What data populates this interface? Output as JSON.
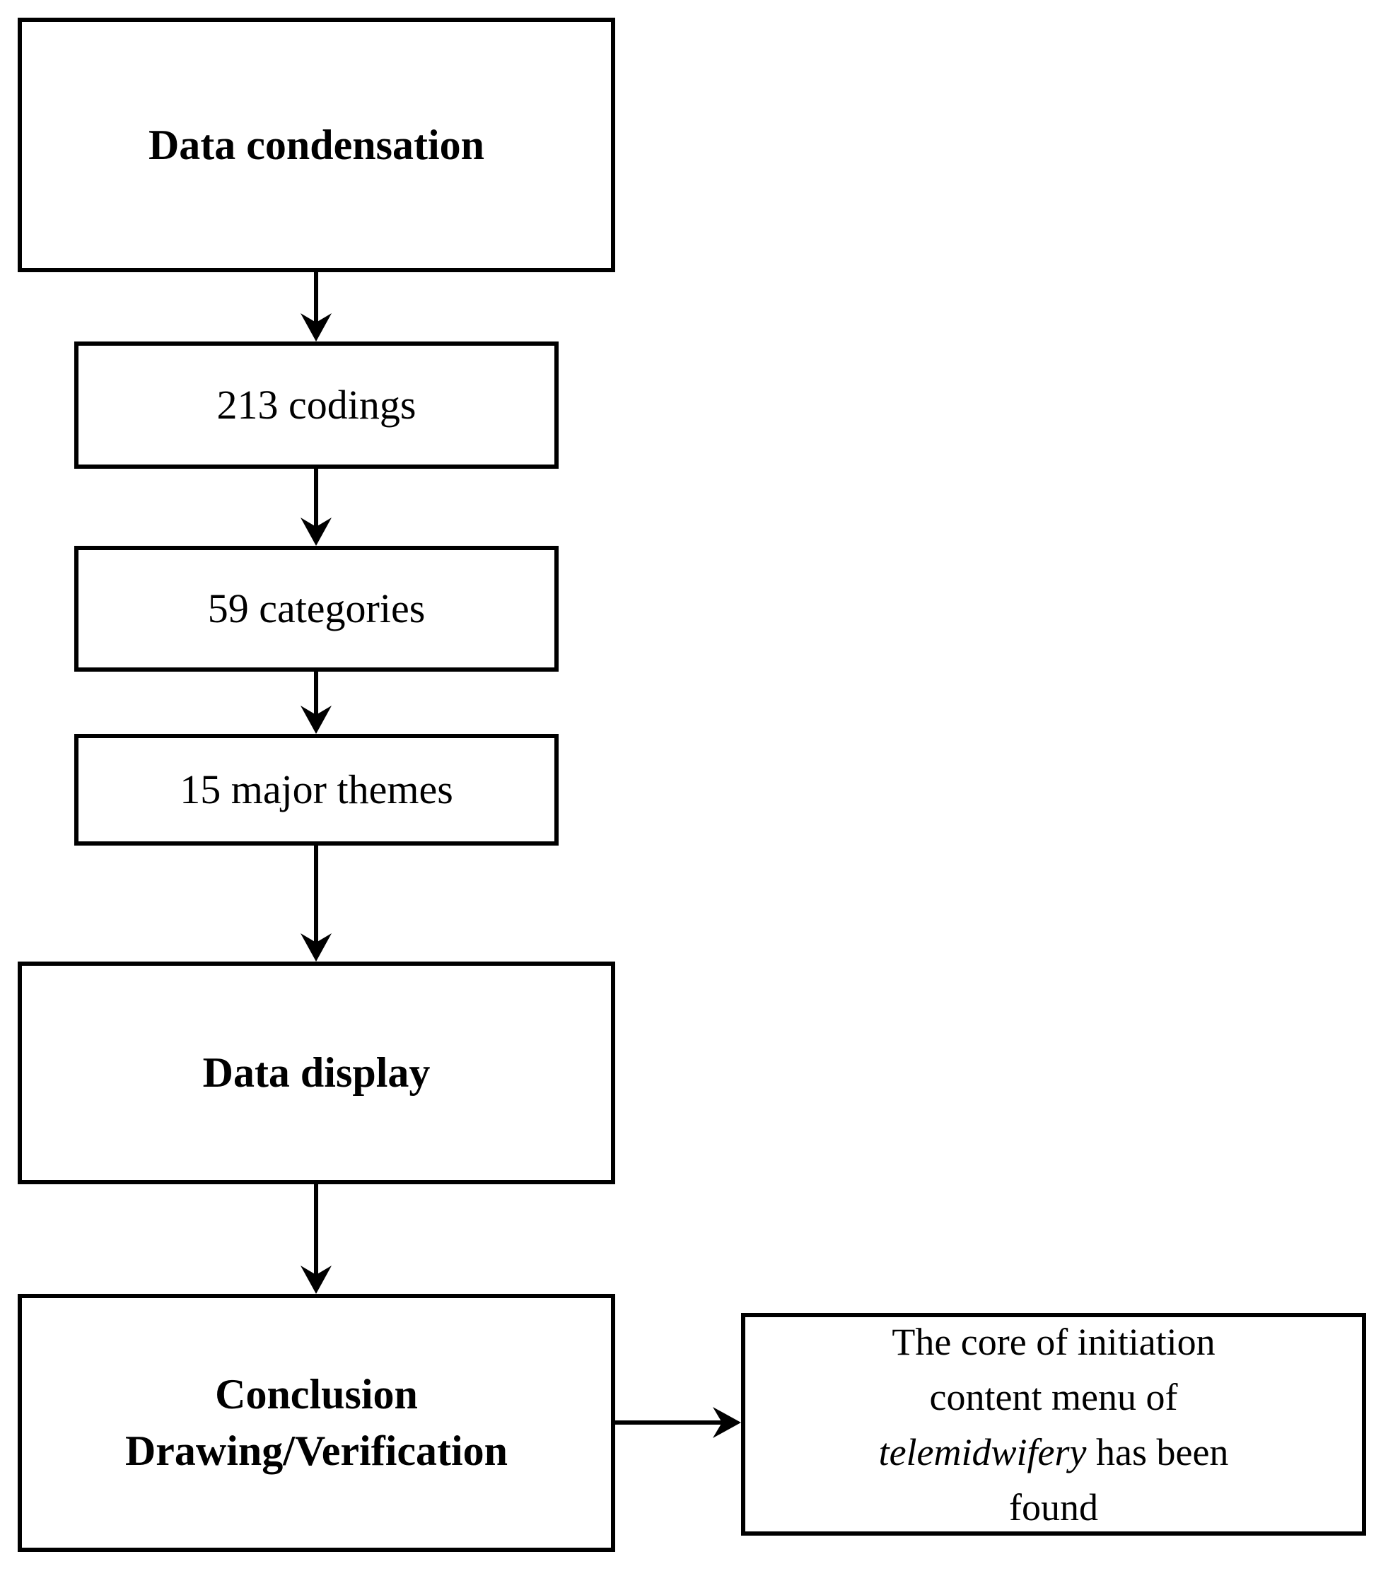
{
  "diagram": {
    "nodes": {
      "data_condensation": {
        "label": "Data condensation"
      },
      "codings": {
        "label": "213 codings"
      },
      "categories": {
        "label": "59 categories"
      },
      "major_themes": {
        "label": "15 major themes"
      },
      "data_display": {
        "label": "Data display"
      },
      "conclusion": {
        "line1": "Conclusion",
        "line2": "Drawing/Verification"
      },
      "result": {
        "line1": "The core of initiation",
        "line2": "content menu of",
        "line3_italic": "telemidwifery",
        "line3_rest": " has been",
        "line4": "found"
      }
    },
    "colors": {
      "line": "#000000",
      "box_border": "#000000",
      "box_background": "#ffffff",
      "text": "#000000"
    }
  }
}
